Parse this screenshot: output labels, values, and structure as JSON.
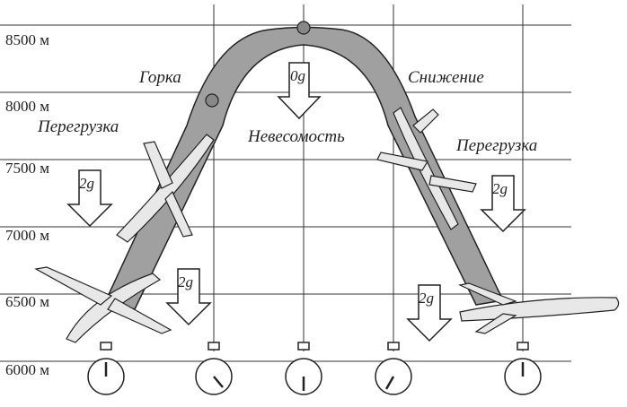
{
  "altitudes": [
    "8500 м",
    "8000 м",
    "7500 м",
    "7000 м",
    "6500 м",
    "6000 м"
  ],
  "phases": {
    "climb": "Горка",
    "weightless": "Невесомость",
    "descent": "Снижение",
    "overload_left": "Перегрузка",
    "overload_right": "Перегрузка"
  },
  "g_markers": {
    "left_upper": "2g",
    "left_lower": "2g",
    "top": "0g",
    "right_upper": "2g",
    "right_lower": "2g"
  },
  "timers_count": 5,
  "colors": {
    "band": "#9a9a9a",
    "ink": "#1a1a1a",
    "arrow_fill": "#ffffff"
  }
}
